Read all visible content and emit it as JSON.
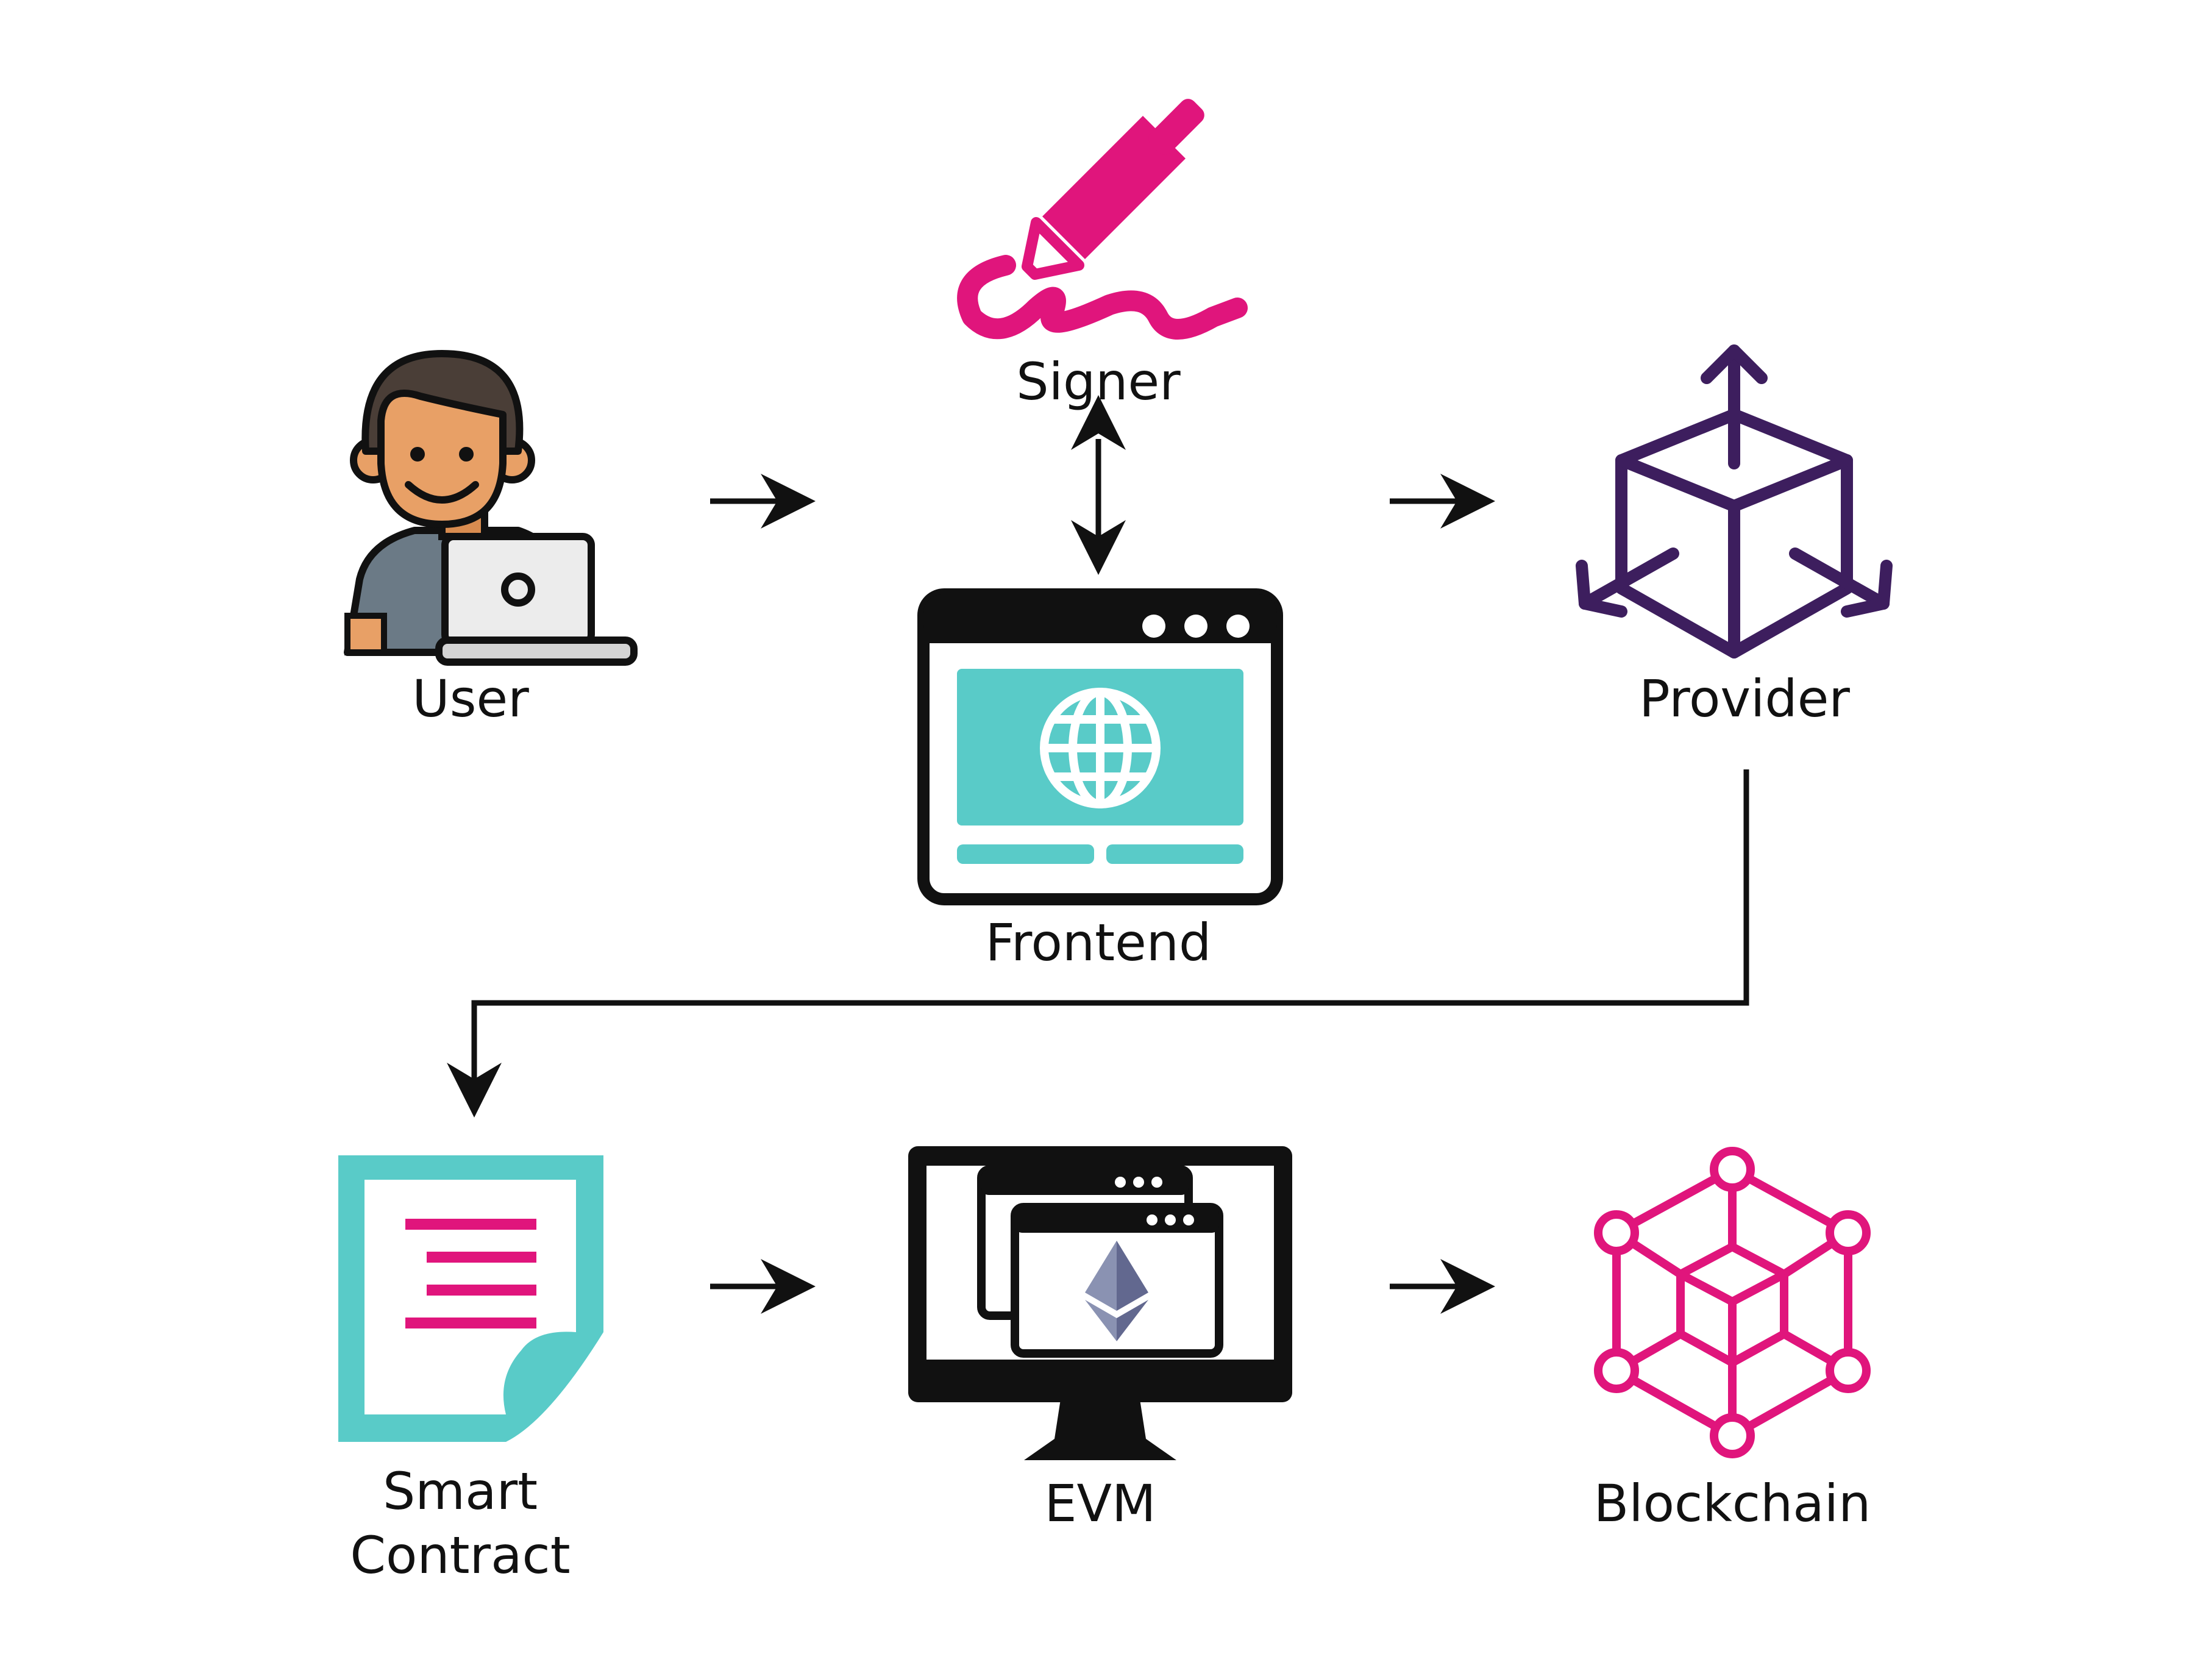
{
  "nodes": {
    "user": {
      "label": "User",
      "icon": "user-with-laptop-icon"
    },
    "signer": {
      "label": "Signer",
      "icon": "pen-signature-icon"
    },
    "frontend": {
      "label": "Frontend",
      "icon": "browser-window-globe-icon"
    },
    "provider": {
      "label": "Provider",
      "icon": "cube-distribution-icon"
    },
    "smart_contract": {
      "label_line1": "Smart",
      "label_line2": "Contract",
      "icon": "document-icon"
    },
    "evm": {
      "label": "EVM",
      "icon": "monitor-ethereum-icon"
    },
    "blockchain": {
      "label": "Blockchain",
      "icon": "network-cube-icon"
    }
  },
  "edges": [
    {
      "from": "User",
      "to": "Frontend",
      "type": "arrow"
    },
    {
      "from": "Signer",
      "to": "Frontend",
      "type": "bidirectional-arrow"
    },
    {
      "from": "Frontend",
      "to": "Provider",
      "type": "arrow"
    },
    {
      "from": "Provider",
      "to": "Smart Contract",
      "type": "elbow-arrow"
    },
    {
      "from": "Smart Contract",
      "to": "EVM",
      "type": "arrow"
    },
    {
      "from": "EVM",
      "to": "Blockchain",
      "type": "arrow"
    }
  ],
  "colors": {
    "magenta": "#e0157c",
    "teal": "#59cbc8",
    "purple": "#3d1e5e",
    "black": "#111111",
    "skin": "#e8a066",
    "hair": "#4a3e37",
    "shirt": "#6b7a86"
  }
}
